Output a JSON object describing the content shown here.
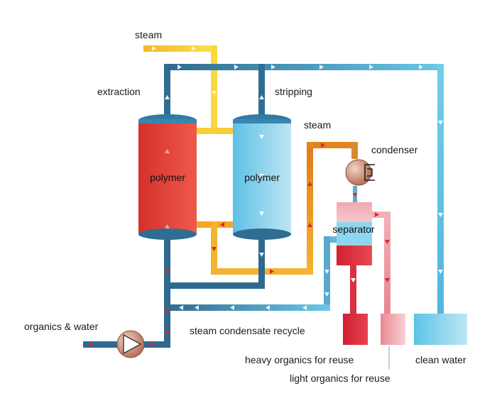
{
  "labels": {
    "steam_in": "steam",
    "extraction": "extraction",
    "stripping": "stripping",
    "steam_right": "steam",
    "condenser": "condenser",
    "vessel_left": "polymer",
    "vessel_right": "polymer",
    "separator": "separator",
    "organics_water": "organics & water",
    "condensate_recycle": "steam condensate recycle",
    "heavy_organics": "heavy organics for reuse",
    "light_organics": "light organics for reuse",
    "clean_water": "clean water"
  },
  "colors": {
    "steam_pipe": "#f5c531",
    "water_pipe": "#2e6e93",
    "clean_water_pipe": "#5ac4e6",
    "hot_vessel": "#e8443a",
    "cold_vessel": "#7fd0ec",
    "heavy_organics": "#d8283a",
    "light_organics": "#f0a0a8",
    "condenser": "#c88a72"
  }
}
